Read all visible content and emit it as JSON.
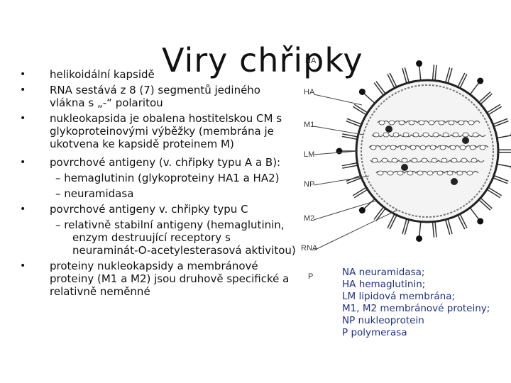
{
  "title": "Viry chřipky",
  "bullets": [
    {
      "text": "helikoidální kapsidě"
    },
    {
      "text": "RNA sestává z 8 (7) segmentů jediného vlákna s „-“ polaritou"
    },
    {
      "text": "nukleokapsida je obalena hostitelskou CM s glykoproteinovými výběžky (membrána je ukotvena ke kapsidě proteinem M)"
    },
    {
      "text": "povrchové antigeny (v. chřipky typu A a B):",
      "sub": [
        "hemaglutinin (glykoproteiny HA1 a HA2)",
        "neuramidasa"
      ]
    },
    {
      "text": "povrchové antigeny v. chřipky typu C",
      "sub": [
        "relativně stabilní antigeny (hemaglutinin, enzym destruující receptory s neuraminát-O-acetylesterasová aktivitou)"
      ]
    },
    {
      "text": "proteiny nukleokapsidy a membránové proteiny (M1 a M2) jsou druhově specifické a relativně neměnné"
    }
  ],
  "diagram_labels": {
    "na": "NA",
    "ha": "HA",
    "m1": "M1",
    "lm": "LM",
    "np": "NP",
    "m2": "M2",
    "rna": "RNA",
    "p": "P"
  },
  "legend": [
    {
      "code": "NA",
      "desc": "neuramidasa;"
    },
    {
      "code": "HA",
      "desc": "hemaglutinin;"
    },
    {
      "code": "LM",
      "desc": "lipidová membrána;"
    },
    {
      "code": "M1, M2",
      "desc": "membránové proteiny;"
    },
    {
      "code": "NP",
      "desc": "nukleoprotein"
    },
    {
      "code": "P",
      "desc": "polymerasa"
    }
  ]
}
